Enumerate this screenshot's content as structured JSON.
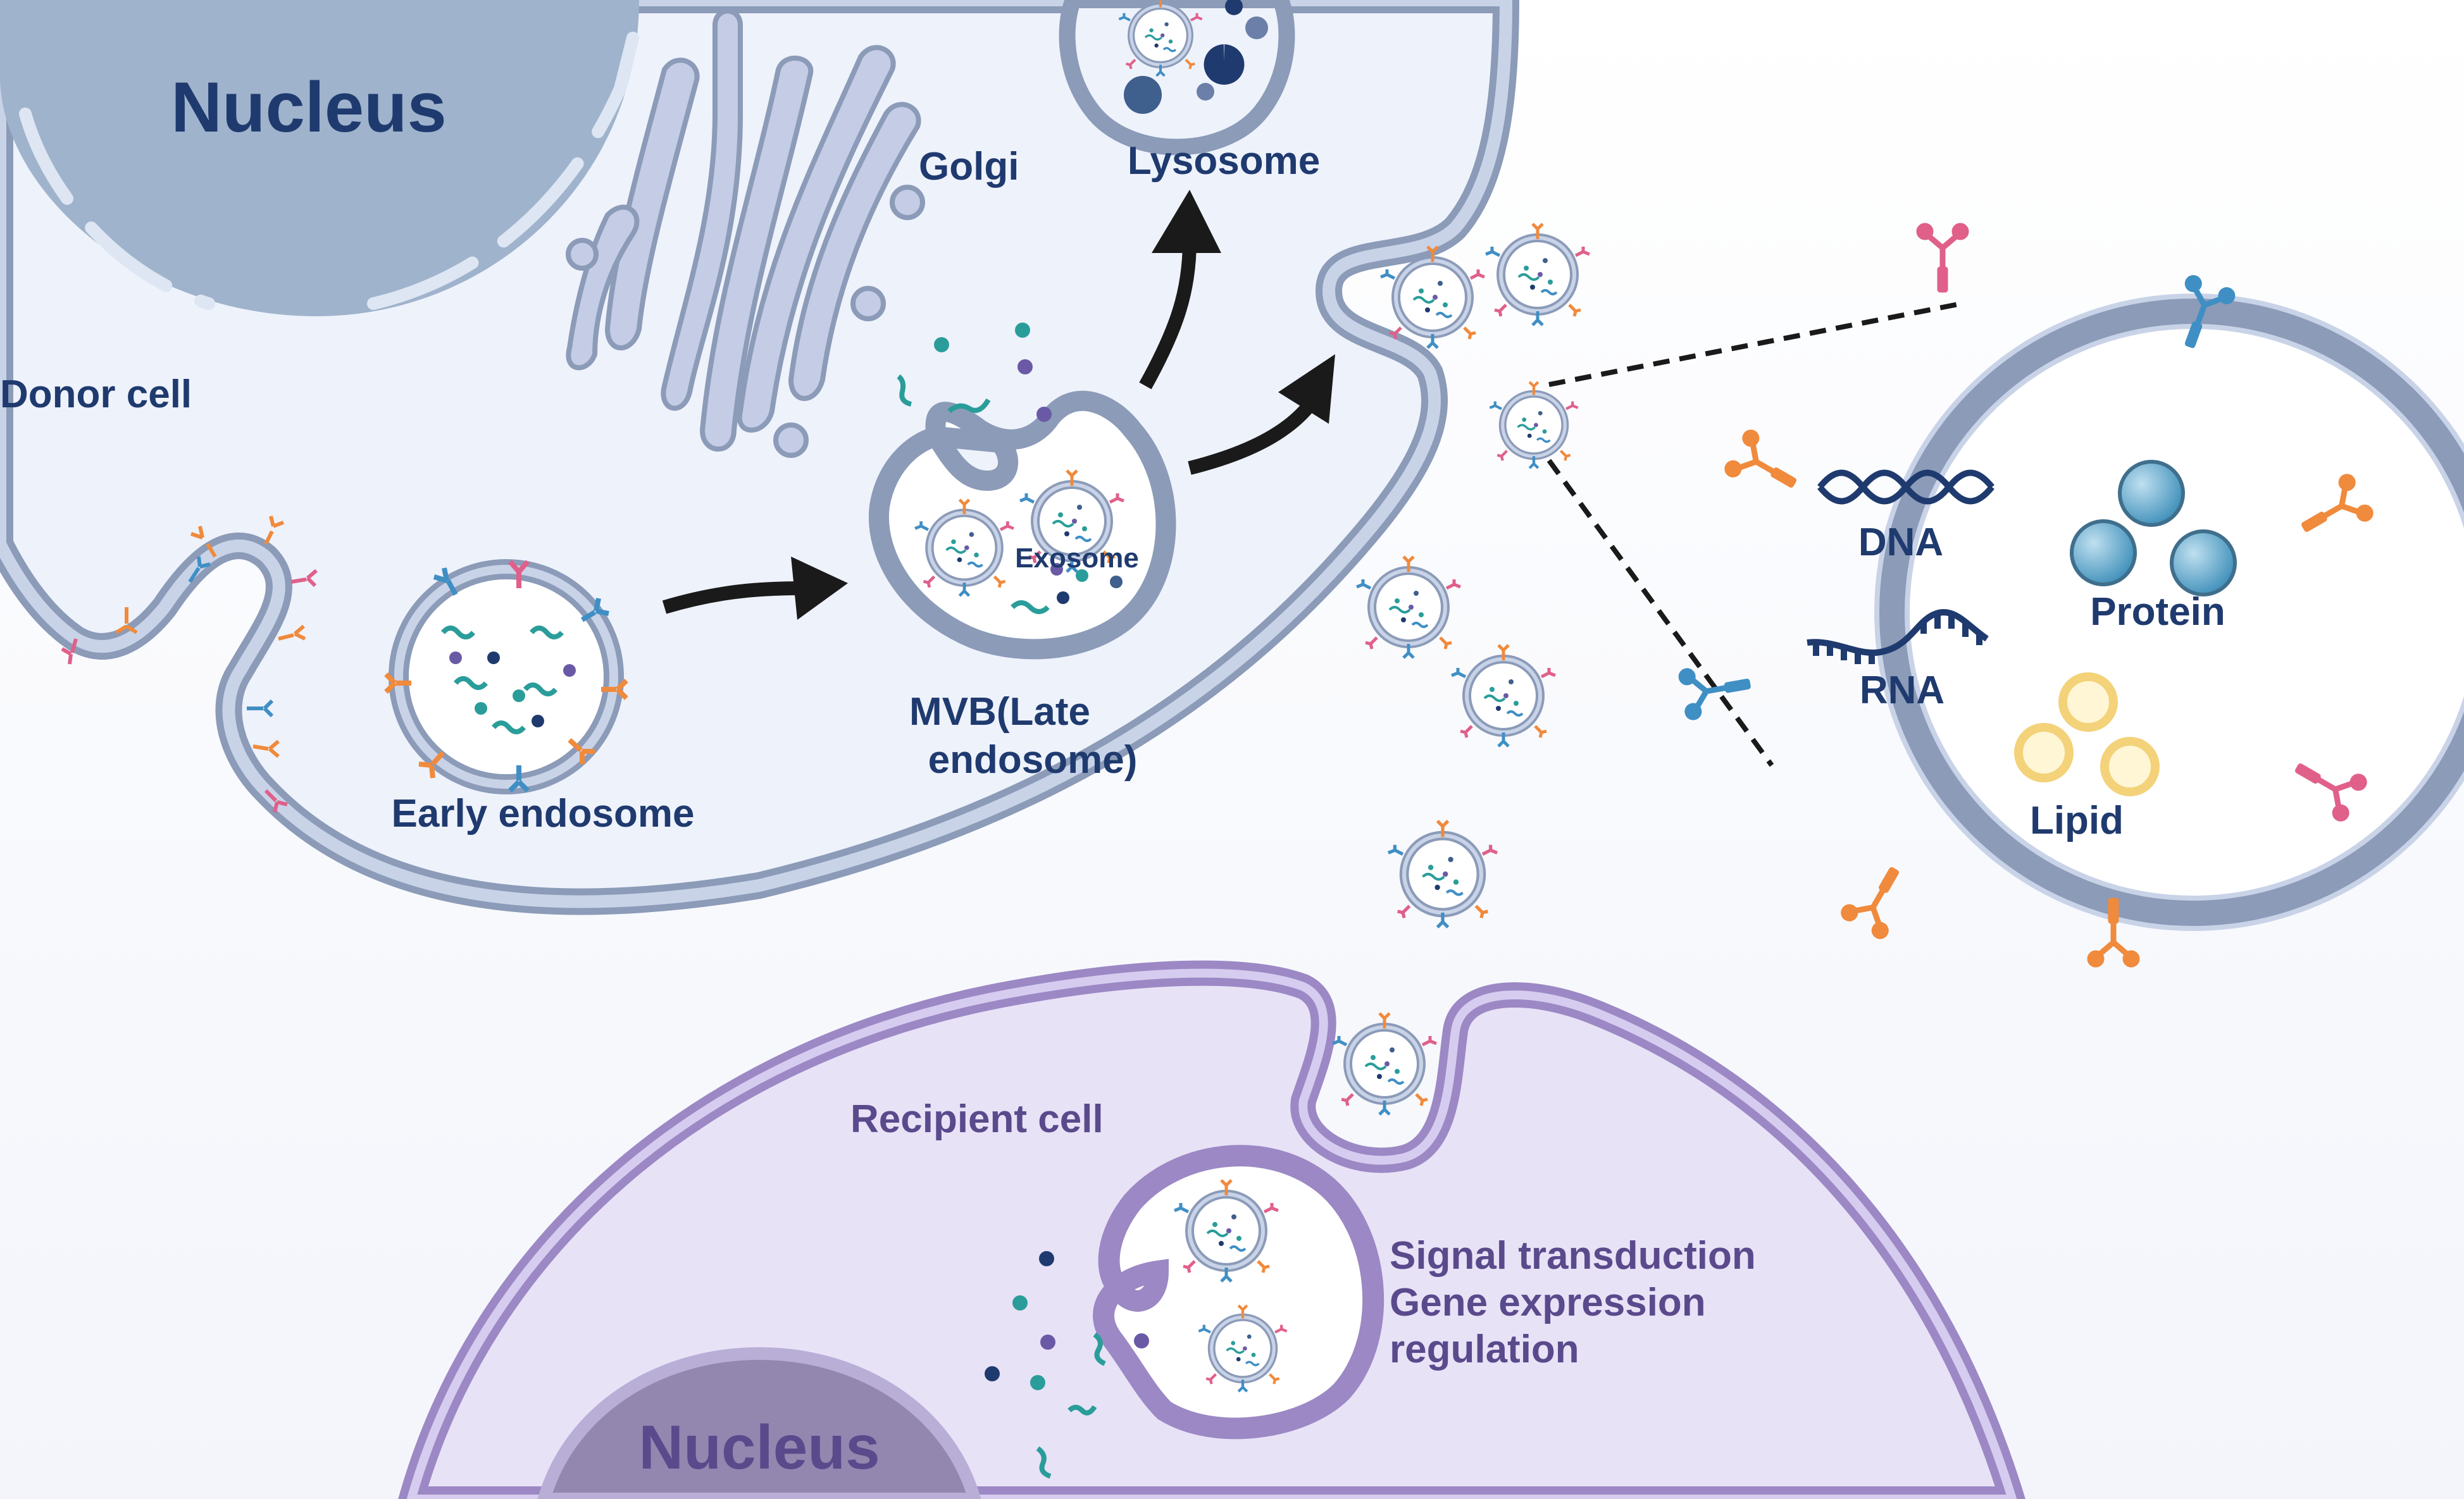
{
  "labels": {
    "donor_nucleus": "Nucleus",
    "golgi": "Golgi",
    "lysosome": "Lysosome",
    "donor_cell": "Donor cell",
    "early_endosome": "Early endosome",
    "exosome": "Exosome",
    "mvb_line1": "MVB(Late",
    "mvb_line2": "endosome)",
    "dna": "DNA",
    "protein": "Protein",
    "rna": "RNA",
    "lipid": "Lipid",
    "recipient_cell": "Recipient cell",
    "effect_line1": "Signal transduction",
    "effect_line2": "Gene expression",
    "effect_line3": "regulation",
    "recipient_nucleus": "Nucleus"
  },
  "colors": {
    "donor_cytoplasm": "#eef2fb",
    "donor_membrane": "#8b9bb8",
    "donor_membrane_fill": "#c9d3e8",
    "donor_nucleus": "#9fb3cc",
    "golgi": "#c4cce6",
    "recipient_cytoplasm": "#e8e2f7",
    "recipient_membrane": "#9b88c4",
    "recipient_nucleus": "#9387b0",
    "label_navy": "#1f3a6e",
    "label_purple": "#5a4a8c",
    "protein_orange": "#f08a3c",
    "protein_pink": "#e0608a",
    "protein_blue": "#3f8fc4",
    "cargo_teal": "#2a9d9a",
    "lipid_yellow": "#f3d27a",
    "arrow": "#1a1a1a"
  }
}
